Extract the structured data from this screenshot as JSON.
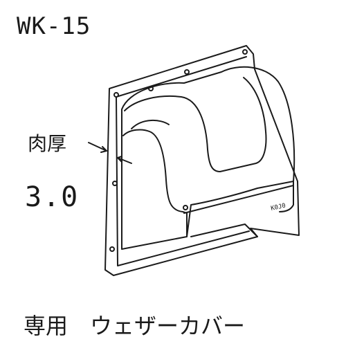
{
  "model_code": "WK-15",
  "thickness": {
    "label": "肉厚",
    "value": "3.0"
  },
  "caption": "専用　ウェザーカバー",
  "drawing": {
    "subject": "weather-cover",
    "mark_text": "K0J0"
  }
}
